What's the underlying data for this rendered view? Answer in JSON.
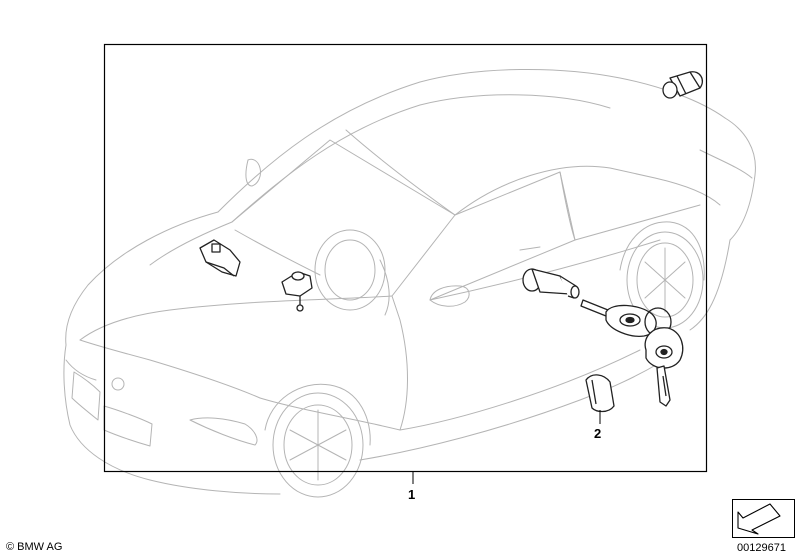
{
  "callouts": {
    "one": "1",
    "two": "2"
  },
  "footer": {
    "copyright": "© BMW AG",
    "diagram_number": "00129671"
  },
  "colors": {
    "outline": "#000000",
    "car_lines": "#b4b4b4",
    "part_lines": "#222222",
    "arrow_fill": "#ffffff"
  },
  "icons": [
    "navigation-arrow-icon"
  ]
}
